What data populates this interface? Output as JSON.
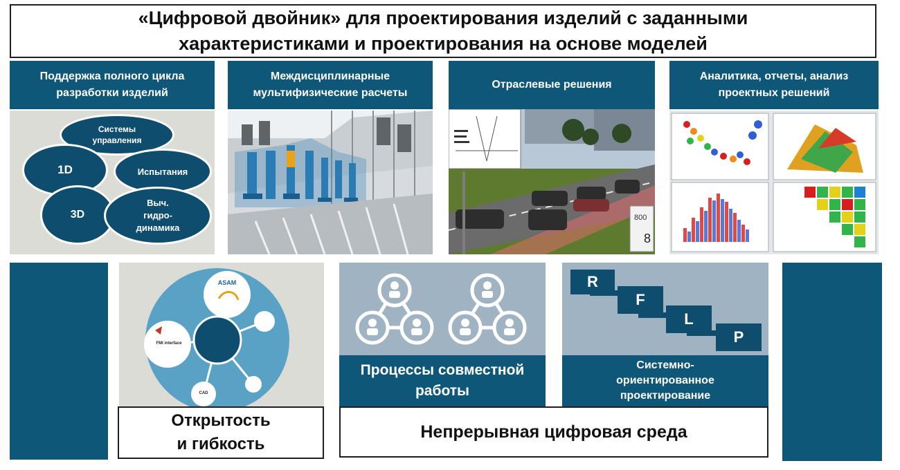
{
  "title": {
    "line1": "«Цифровой двойник» для проектирования изделий с заданными",
    "line2": "характеристиками и проектирования на основе моделей"
  },
  "panels": {
    "lifecycle": {
      "header": [
        "Поддержка полного цикла",
        "разработки изделий"
      ],
      "ellipses": {
        "control": [
          "Системы",
          "управления"
        ],
        "d1": "1D",
        "tests": "Испытания",
        "d3": "3D",
        "cfd": [
          "Выч.",
          "гидро-",
          "динамика"
        ]
      }
    },
    "multiphysics": {
      "header": [
        "Междисциплинарные",
        "мультифизические расчеты"
      ]
    },
    "industry": {
      "header": "Отраслевые решения",
      "speed_readout": "800",
      "gear_readout": "8"
    },
    "analytics": {
      "header": [
        "Аналитика, отчеты, анализ",
        "проектных решений"
      ]
    }
  },
  "bottom": {
    "openness": {
      "label": [
        "Открытость",
        "и гибкость"
      ],
      "hub_labels": {
        "asam": "ASAM",
        "fmi": "FMI interface",
        "cad": "CAD"
      }
    },
    "collab": {
      "label": [
        "Процессы совместной",
        "работы"
      ]
    },
    "rflp": {
      "letters": [
        "R",
        "F",
        "L",
        "P"
      ],
      "label": [
        "Системно-",
        "ориентированное",
        "проектирование"
      ]
    },
    "continuous": {
      "label": "Непрерывная цифровая среда"
    }
  },
  "colors": {
    "brand_blue": "#0f5778",
    "dark_blue": "#0e4d6d"
  }
}
